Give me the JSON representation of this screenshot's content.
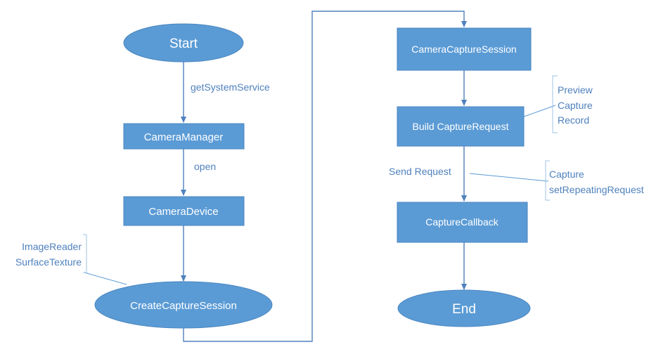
{
  "nodes": {
    "start": "Start",
    "camera_manager": "CameraManager",
    "camera_device": "CameraDevice",
    "create_capture_session": "CreateCaptureSession",
    "camera_capture_session": "CameraCaptureSession",
    "build_capture_request": "Build CaptureRequest",
    "capture_callback": "CaptureCallback",
    "end": "End"
  },
  "edge_labels": {
    "get_system_service": "getSystemService",
    "open": "open",
    "send_request": "Send Request"
  },
  "annotations": {
    "session_targets": [
      "ImageReader",
      "SurfaceTexture"
    ],
    "request_types": [
      "Preview",
      "Capture",
      "Record"
    ],
    "request_methods": [
      "Capture",
      "setRepeatingRequest"
    ]
  },
  "colors": {
    "shape_fill": "#5b9bd5",
    "line": "#4f81bd",
    "label_text": "#4f81bd",
    "bracket": "#9dc3e6"
  }
}
